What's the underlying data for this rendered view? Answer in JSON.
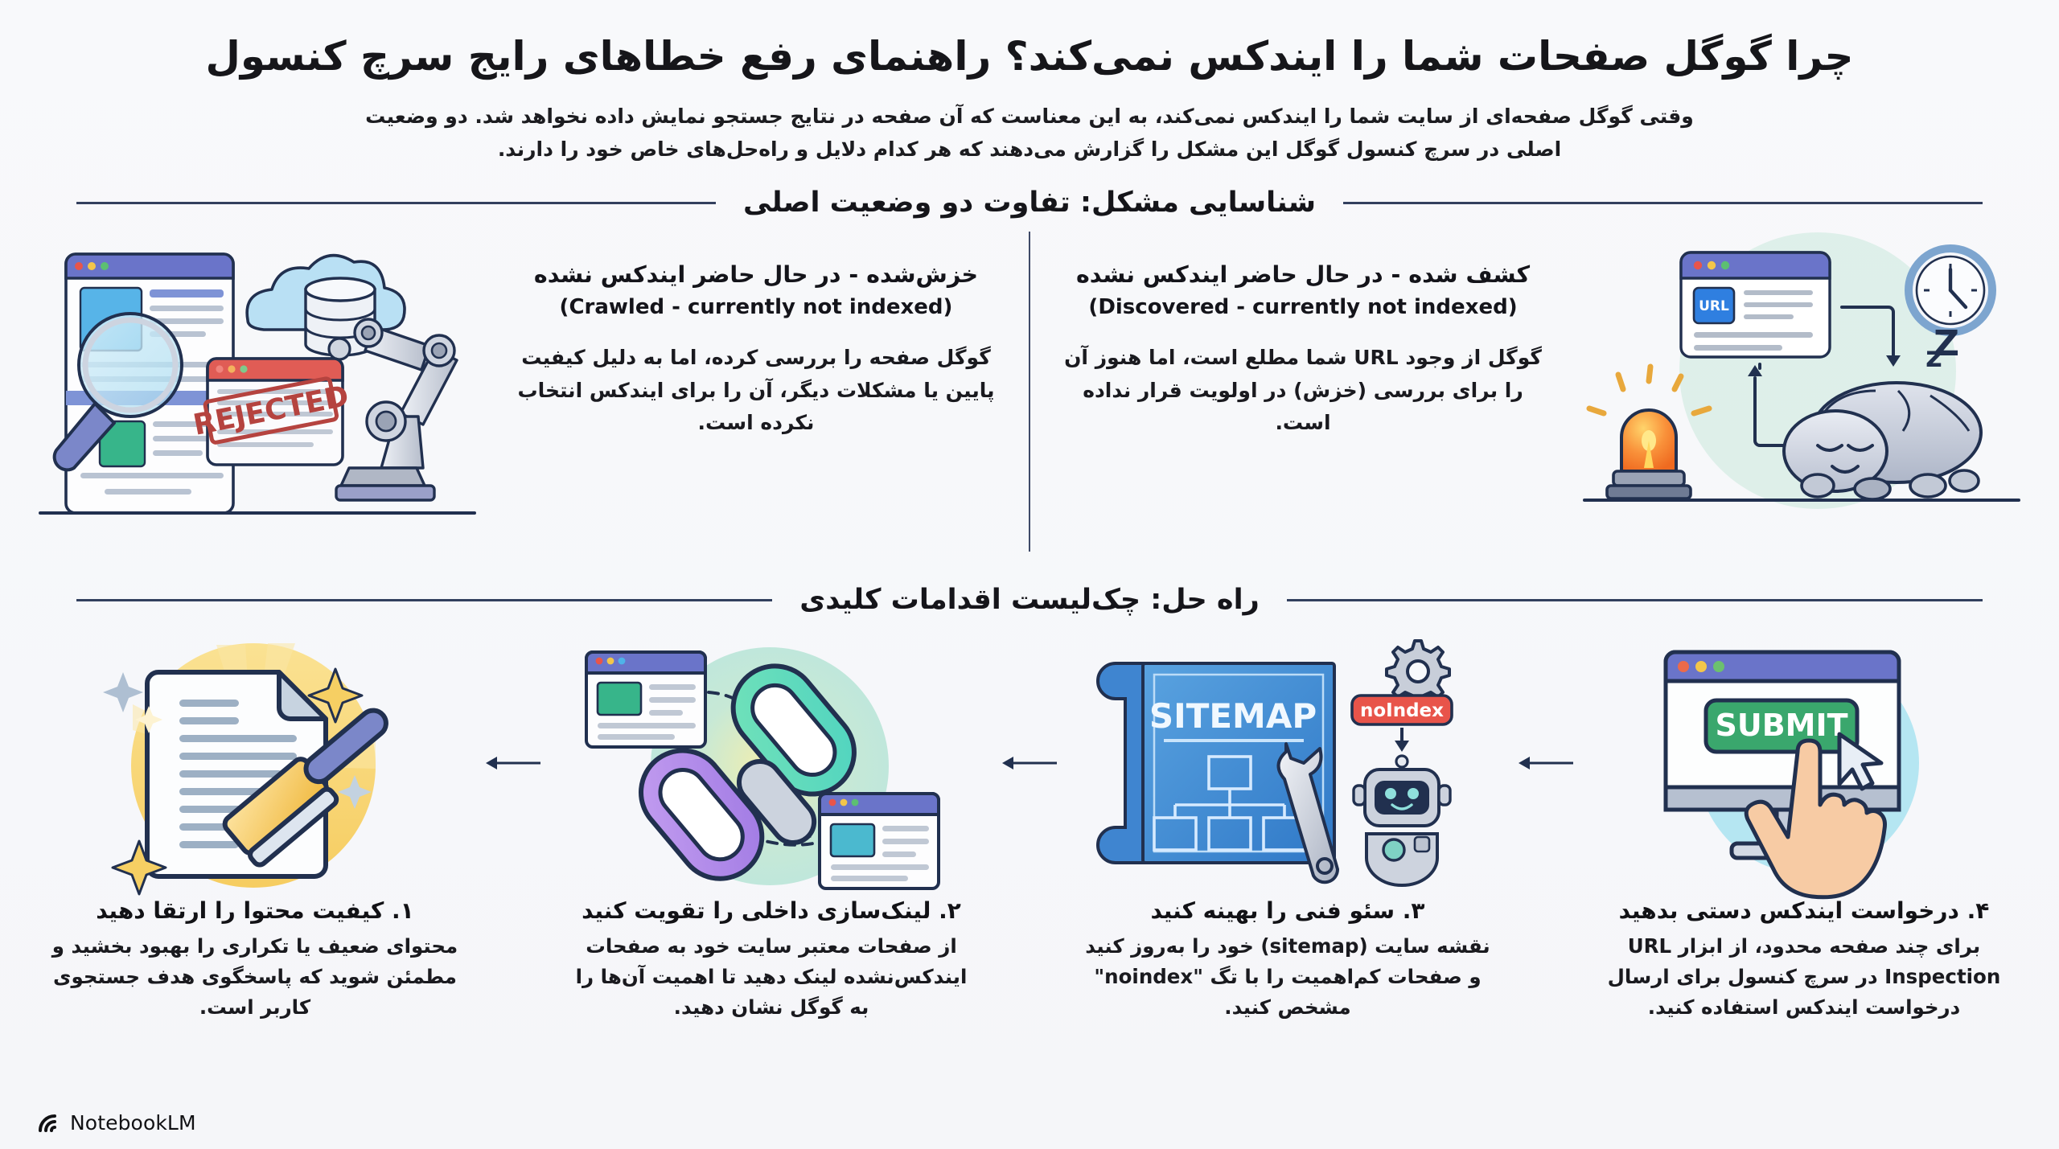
{
  "header": {
    "title": "چرا گوگل صفحات شما را ایندکس نمی‌کند؟ راهنمای رفع خطاهای رایج سرچ کنسول",
    "subtitle": "وقتی گوگل صفحه‌ای از سایت شما را ایندکس نمی‌کند، به این معناست که آن صفحه در نتایج جستجو نمایش داده نخواهد شد. دو وضعیت اصلی در سرچ کنسول گوگل این مشکل را گزارش می‌دهند که هر کدام دلایل و راه‌حل‌های خاص خود را دارند."
  },
  "sections": [
    {
      "id": "diagnose",
      "title": "شناسایی مشکل: تفاوت دو وضعیت اصلی"
    },
    {
      "id": "solution",
      "title": "راه حل: چک‌لیست اقدامات کلیدی"
    }
  ],
  "comparison": [
    {
      "id": "crawled",
      "title_fa": "خزش‌شده - در حال حاضر ایندکس نشده",
      "title_en": "(Crawled - currently not indexed)",
      "body": "گوگل صفحه را بررسی کرده، اما به دلیل کیفیت پایین یا مشکلات دیگر، آن را برای ایندکس انتخاب نکرده است.",
      "art": "rejected-page-illustration",
      "stamp_label": "REJECTED"
    },
    {
      "id": "discovered",
      "title_fa": "کشف شده - در حال حاضر ایندکس نشده",
      "title_en": "(Discovered - currently not indexed)",
      "body": "گوگل از وجود URL شما مطلع است، اما هنوز آن را برای بررسی (خزش) در اولویت قرار نداده است.",
      "art": "sleeping-crawler-illustration",
      "url_label": "URL",
      "sleep_label": "zZ"
    }
  ],
  "steps": [
    {
      "number": "۱.",
      "title": "۱. کیفیت محتوا را ارتقا دهید",
      "body": "محتوای ضعیف یا تکراری را بهبود بخشید و مطمئن شوید که پاسخگوی هدف جستجوی کاربر است.",
      "art": "document-polish-illustration"
    },
    {
      "number": "۲.",
      "title": "۲. لینک‌سازی داخلی را تقویت کنید",
      "body": "از صفحات معتبر سایت خود به صفحات ایندکس‌نشده لینک دهید تا اهمیت آن‌ها را به گوگل نشان دهید.",
      "art": "internal-links-illustration"
    },
    {
      "number": "۳.",
      "title": "۳. سئو فنی را بهینه کنید",
      "body": "نقشه سایت (sitemap) خود را به‌روز کنید و صفحات کم‌اهمیت را با تگ \"noindex\" مشخص کنید.",
      "art": "sitemap-illustration",
      "sitemap_label": "SITEMAP",
      "noindex_label": "noIndex"
    },
    {
      "number": "۴.",
      "title": "۴. درخواست ایندکس دستی بدهید",
      "body": "برای چند صفحه محدود، از ابزار URL Inspection در سرچ کنسول برای ارسال درخواست ایندکس استفاده کنید.",
      "art": "submit-button-illustration",
      "submit_label": "SUBMIT"
    }
  ],
  "footer": {
    "brand": "NotebookLM"
  },
  "colors": {
    "background": "#f7f8fa",
    "ink": "#1d2b4d",
    "text": "#14141a",
    "browser_bar": "#6a74c9",
    "rejected_red": "#c0504b",
    "noindex_red": "#e8544a",
    "submit_green": "#3aa76d",
    "accent_yellow": "#f5cf63",
    "accent_teal": "#a8e2cf",
    "alarm_orange": "#f58220"
  }
}
